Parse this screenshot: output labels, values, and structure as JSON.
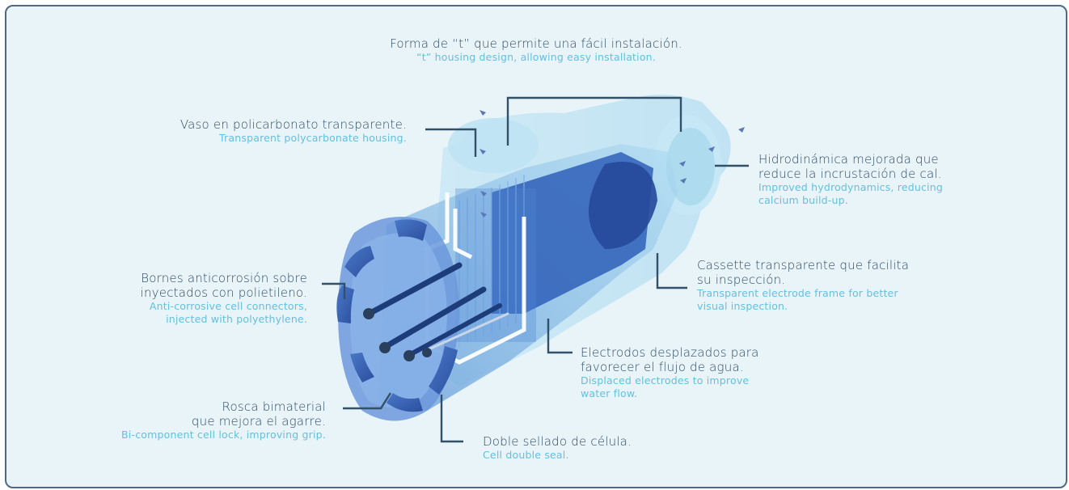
{
  "callouts": [
    {
      "id": "t-housing",
      "es": [
        "Forma de “t” que permite una fácil instalación."
      ],
      "en": [
        "“t” housing design, allowing easy installation."
      ]
    },
    {
      "id": "vaso",
      "es": [
        "Vaso en policarbonato transparente."
      ],
      "en": [
        "Transparent polycarbonate housing."
      ]
    },
    {
      "id": "hidro",
      "es": [
        "Hidrodinámica mejorada que",
        "reduce la incrustación de cal."
      ],
      "en": [
        "Improved hydrodynamics, reducing",
        "calcium build-up."
      ]
    },
    {
      "id": "cassette",
      "es": [
        "Cassette transparente que facilita",
        "su inspección."
      ],
      "en": [
        "Transparent electrode frame for better",
        "visual inspection."
      ]
    },
    {
      "id": "bornes",
      "es": [
        "Bornes anticorrosión sobre",
        "inyectados con polietileno."
      ],
      "en": [
        "Anti-corrosive cell connectors,",
        "injected with polyethylene."
      ]
    },
    {
      "id": "electrodos",
      "es": [
        "Electrodos desplazados para",
        "favorecer el flujo de agua."
      ],
      "en": [
        "Displaced electrodes to improve",
        "water flow."
      ]
    },
    {
      "id": "rosca",
      "es": [
        "Rosca bimaterial",
        "que mejora el agarre."
      ],
      "en": [
        "Bi-component cell lock, improving grip."
      ]
    },
    {
      "id": "sellado",
      "es": [
        "Doble sellado de célula."
      ],
      "en": [
        "Cell double seal."
      ]
    }
  ],
  "colors": {
    "background": "#e9f4f8",
    "frame": "#4d6a82",
    "spanish_text": "#2e4b63",
    "english_text": "#64bfe0",
    "leader": "#33506a",
    "cell_dark": "#1f3f8c",
    "cell_mid": "#3d6cc0",
    "cell_light": "#9fd0ee"
  }
}
